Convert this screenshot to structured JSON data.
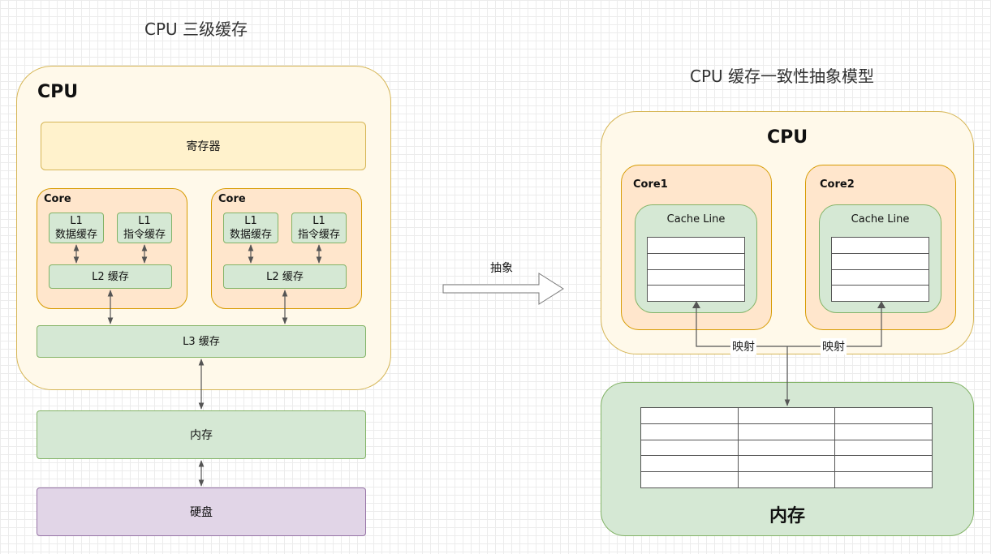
{
  "left": {
    "title": "CPU 三级缓存",
    "cpu_label": "CPU",
    "registers": "寄存器",
    "cores": [
      {
        "label": "Core",
        "l1_data": [
          "L1",
          "数据缓存"
        ],
        "l1_inst": [
          "L1",
          "指令缓存"
        ],
        "l2": "L2 缓存"
      },
      {
        "label": "Core",
        "l1_data": [
          "L1",
          "数据缓存"
        ],
        "l1_inst": [
          "L1",
          "指令缓存"
        ],
        "l2": "L2 缓存"
      }
    ],
    "l3": "L3 缓存",
    "memory": "内存",
    "disk": "硬盘"
  },
  "middle": {
    "abstract_label": "抽象"
  },
  "right": {
    "title": "CPU 缓存一致性抽象模型",
    "cpu_label": "CPU",
    "cores": [
      {
        "label": "Core1",
        "cache_line": "Cache Line"
      },
      {
        "label": "Core2",
        "cache_line": "Cache Line"
      }
    ],
    "mapping_labels": [
      "映射",
      "映射"
    ],
    "memory": "内存"
  },
  "colors": {
    "cpu_fill": "#fff9ea",
    "cpu_stroke": "#d6b656",
    "register_fill": "#fff2cc",
    "core_fill": "#ffe6cc",
    "core_stroke": "#d79b00",
    "cache_fill": "#d5e8d4",
    "cache_stroke": "#82b366",
    "disk_fill": "#e1d5e7",
    "disk_stroke": "#9673a6"
  }
}
